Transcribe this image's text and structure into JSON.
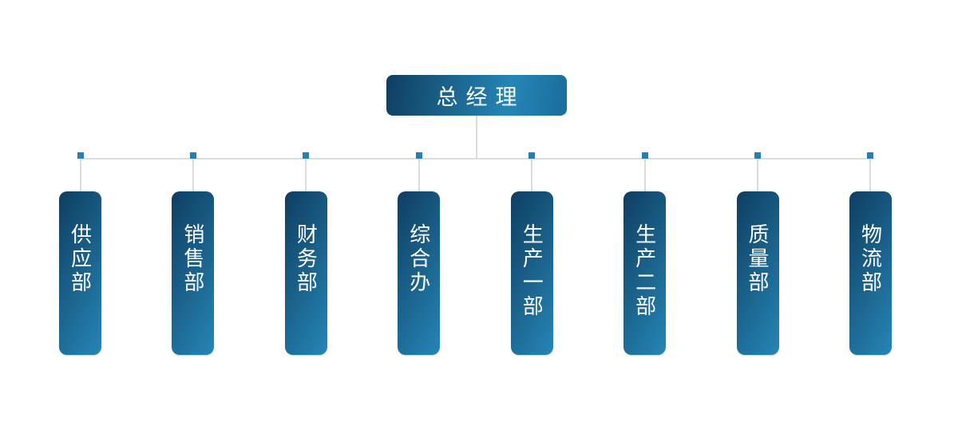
{
  "chart": {
    "type": "org-chart",
    "root": {
      "label": "总经理"
    },
    "departments": [
      {
        "label": "供应部"
      },
      {
        "label": "销售部"
      },
      {
        "label": "财务部"
      },
      {
        "label": "综合办"
      },
      {
        "label": "生产一部"
      },
      {
        "label": "生产二部"
      },
      {
        "label": "质量部"
      },
      {
        "label": "物流部"
      }
    ]
  },
  "colors": {
    "background": "#ffffff",
    "node_gradient_dark": "#0f3e61",
    "node_gradient_light": "#2586b6",
    "top_gradient_edge": "#1a6c9b",
    "connector_color": "#dcdcdc",
    "junction_color": "#2380b4",
    "text_color": "#ffffff"
  }
}
